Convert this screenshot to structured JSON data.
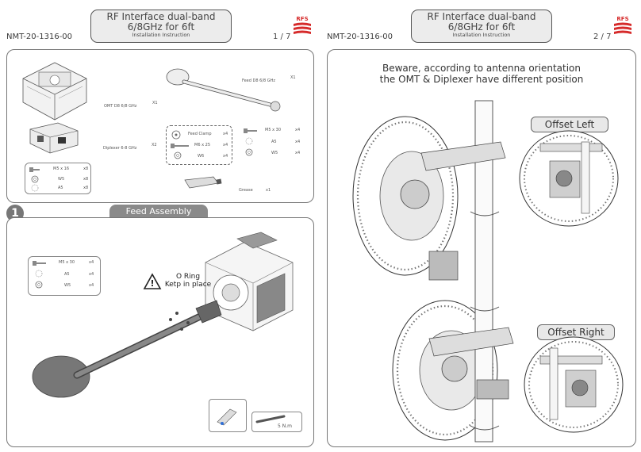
{
  "left": {
    "doc_number": "NMT-20-1316-00",
    "title_line1": "RF Interface dual-band",
    "title_line2": "6/8GHz for 6ft",
    "title_line3": "Installation Instruction",
    "page": "1 / 7",
    "logo_text": "RFS",
    "parts": {
      "omt_label": "OMT D8 6/8 GHz",
      "omt_qty": "X1",
      "feed_label": "Feed D8 6/8 GHz",
      "feed_qty": "X1",
      "diplexer_label": "Diplexer 6-8 GHz",
      "diplexer_qty": "X2",
      "feed_clamp_label": "Feed Clamp",
      "feed_clamp_qty": "x4",
      "m6_25_label": "M6 x 25",
      "m6_25_qty": "x4",
      "w6_label": "W6",
      "w6_qty": "x4",
      "m5_30_label": "M5 x 30",
      "m5_30_qty": "x4",
      "a5_label": "A5",
      "a5_qty": "x4",
      "w5_label": "W5",
      "w5_qty": "x4",
      "m5_16_label": "M5 x 16",
      "m5_16_qty": "x8",
      "w5b_label": "W5",
      "w5b_qty": "x8",
      "a5b_label": "A5",
      "a5b_qty": "x8",
      "grease_label": "Grease",
      "grease_qty": "x1"
    },
    "step": {
      "number": "1",
      "title": "Feed Assembly",
      "m5_30_label": "M5 x 30",
      "m5_30_qty": "x4",
      "a5_label": "A5",
      "a5_qty": "x4",
      "w5_label": "W5",
      "w5_qty": "x4",
      "oring_line1": "O Ring",
      "oring_line2": "Ketp in place",
      "torque": "5 N.m"
    }
  },
  "right": {
    "doc_number": "NMT-20-1316-00",
    "title_line1": "RF Interface dual-band",
    "title_line2": "6/8GHz for 6ft",
    "title_line3": "Installation Instruction",
    "page": "2 / 7",
    "logo_text": "RFS",
    "heading_line1": "Beware, according to antenna orientation",
    "heading_line2": "the OMT & Diplexer have different position",
    "offset_left": "Offset Left",
    "offset_right": "Offset Right"
  },
  "colors": {
    "logo_red": "#d62b2b",
    "tab_gray": "#8a8a8a",
    "panel_border": "#777777"
  }
}
